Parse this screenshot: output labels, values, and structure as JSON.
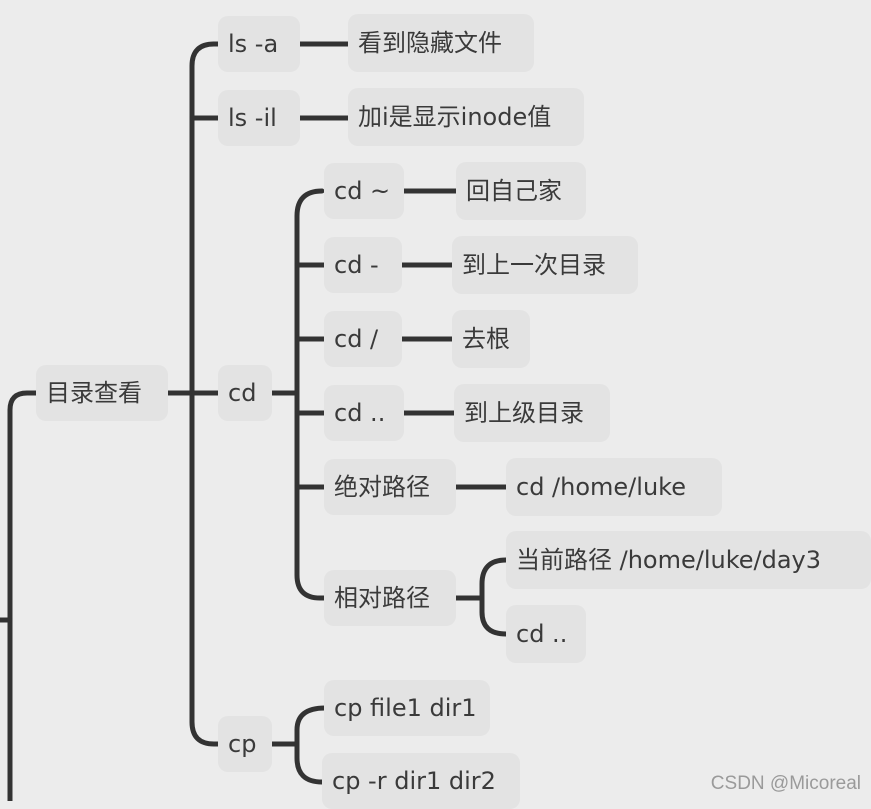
{
  "nodes": {
    "root": "目录查看",
    "ls_a": "ls -a",
    "ls_a_desc": "看到隐藏文件",
    "ls_il": "ls -il",
    "ls_il_desc": "加i是显示inode值",
    "cd": "cd",
    "cd_home": "cd ~",
    "cd_home_desc": "回自己家",
    "cd_prev": "cd -",
    "cd_prev_desc": "到上一次目录",
    "cd_root": "cd /",
    "cd_root_desc": "去根",
    "cd_up": "cd ..",
    "cd_up_desc": "到上级目录",
    "abs_path": "绝对路径",
    "abs_path_example": "cd /home/luke",
    "rel_path": "相对路径",
    "rel_path_current": "当前路径 /home/luke/day3",
    "rel_path_example": "cd ..",
    "cp": "cp",
    "cp_file": "cp file1 dir1",
    "cp_dir": "cp -r dir1 dir2"
  },
  "watermark": "CSDN @Micoreal",
  "colors": {
    "background": "#ececec",
    "node_fill": "#e3e3e3",
    "connector": "#333333",
    "text": "#3a3a3a"
  }
}
